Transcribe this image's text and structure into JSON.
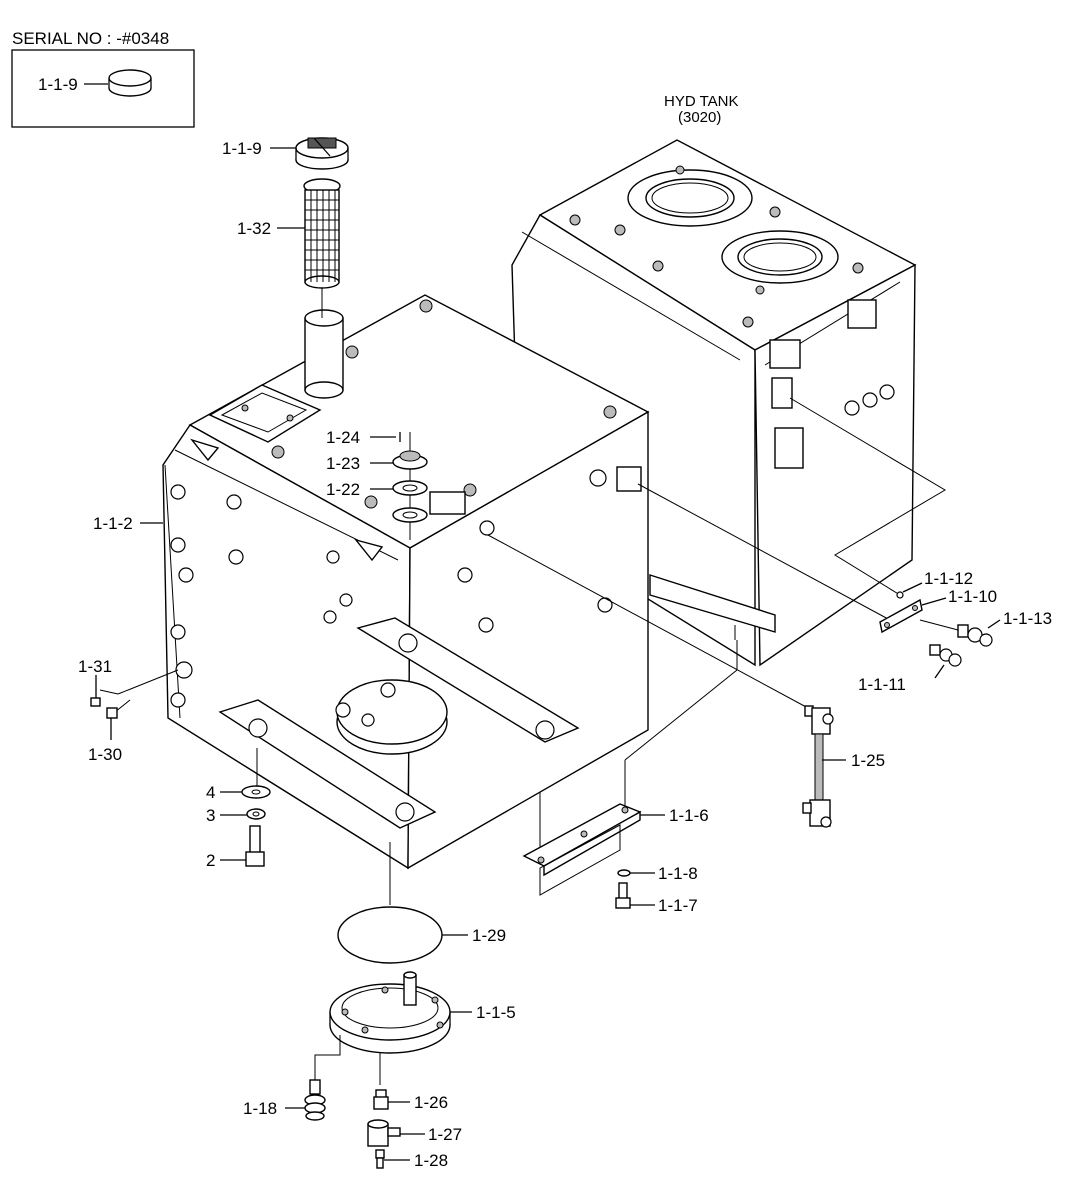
{
  "serial_box": {
    "title": "SERIAL NO : -#0348",
    "part_label": "1-1-9"
  },
  "hyd_tank": {
    "title": "HYD TANK",
    "code": "(3020)"
  },
  "callouts": {
    "p_1_1_9": "1-1-9",
    "p_1_32": "1-32",
    "p_1_24": "1-24",
    "p_1_23": "1-23",
    "p_1_22": "1-22",
    "p_1_1_2": "1-1-2",
    "p_1_31": "1-31",
    "p_1_30": "1-30",
    "p_4": "4",
    "p_3": "3",
    "p_2": "2",
    "p_1_29": "1-29",
    "p_1_1_5": "1-1-5",
    "p_1_18": "1-18",
    "p_1_26": "1-26",
    "p_1_27": "1-27",
    "p_1_28": "1-28",
    "p_1_1_6": "1-1-6",
    "p_1_1_8": "1-1-8",
    "p_1_1_7": "1-1-7",
    "p_1_25": "1-25",
    "p_1_1_12": "1-1-12",
    "p_1_1_10": "1-1-10",
    "p_1_1_13": "1-1-13",
    "p_1_1_11": "1-1-11"
  }
}
